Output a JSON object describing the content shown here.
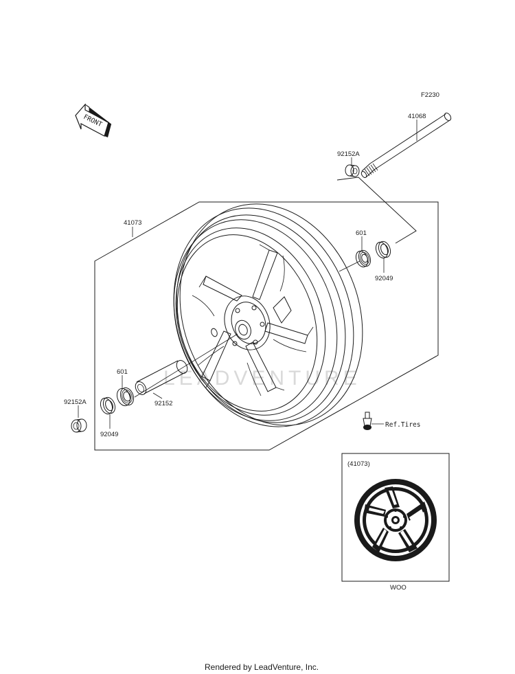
{
  "diagram": {
    "code": "F2230",
    "front_label": "FRONT",
    "footer": "Rendered by LeadVenture, Inc.",
    "watermark": "LEADVENTURE",
    "inset": {
      "title": "(41073)",
      "caption": "WOO"
    },
    "parts": {
      "axle": "41068",
      "collar_top": "92152A",
      "wheel": "41073",
      "bearing_right": "601",
      "seal_right": "92049",
      "bearing_left": "601",
      "spacer": "92152",
      "collar_bottom": "92152A",
      "seal_left": "92049",
      "valve": "Ref.Tires"
    }
  }
}
